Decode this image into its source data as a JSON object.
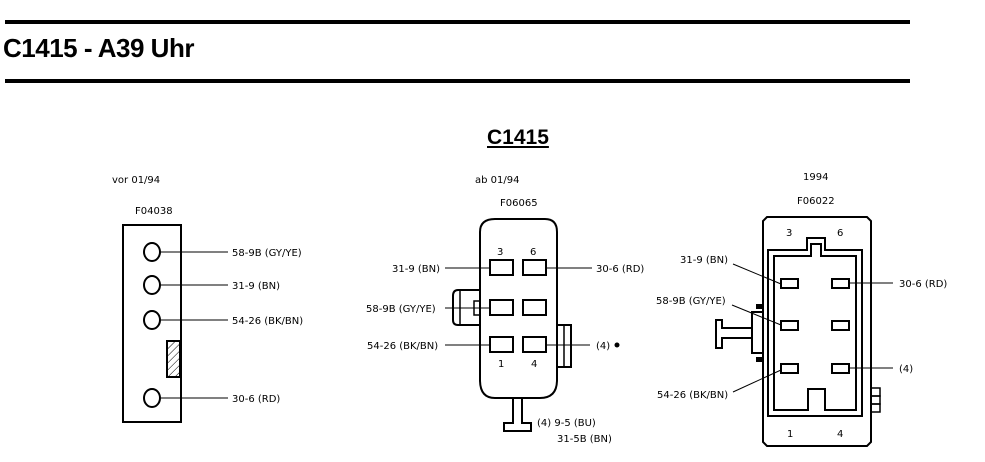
{
  "page": {
    "title": "C1415 - A39 Uhr",
    "connector_title": "C1415"
  },
  "variants": [
    {
      "date_label": "vor 01/94",
      "part_code": "F04038",
      "pins": [
        {
          "label": "58-9B  (GY/YE)"
        },
        {
          "label": "31-9  (BN)"
        },
        {
          "label": "54-26  (BK/BN)"
        },
        {
          "label": "30-6  (RD)"
        }
      ]
    },
    {
      "date_label": "ab 01/94",
      "part_code": "F06065",
      "pin_numbers": [
        "3",
        "6",
        "1",
        "4"
      ],
      "pins": [
        {
          "label": "31-9  (BN)"
        },
        {
          "label": "30-6  (RD)"
        },
        {
          "label": "58-9B  (GY/YE)"
        },
        {
          "label": "54-26  (BK/BN)"
        },
        {
          "label": "(4)"
        }
      ],
      "notes": [
        "(4)  9-5  (BU)",
        "31-5B  (BN)"
      ]
    },
    {
      "date_label": "1994",
      "part_code": "F06022",
      "pin_numbers": [
        "3",
        "6",
        "1",
        "4"
      ],
      "pins": [
        {
          "label": "31-9  (BN)"
        },
        {
          "label": "30-6  (RD)"
        },
        {
          "label": "58-9B  (GY/YE)"
        },
        {
          "label": "54-26  (BK/BN)"
        },
        {
          "label": "(4)"
        }
      ]
    }
  ]
}
